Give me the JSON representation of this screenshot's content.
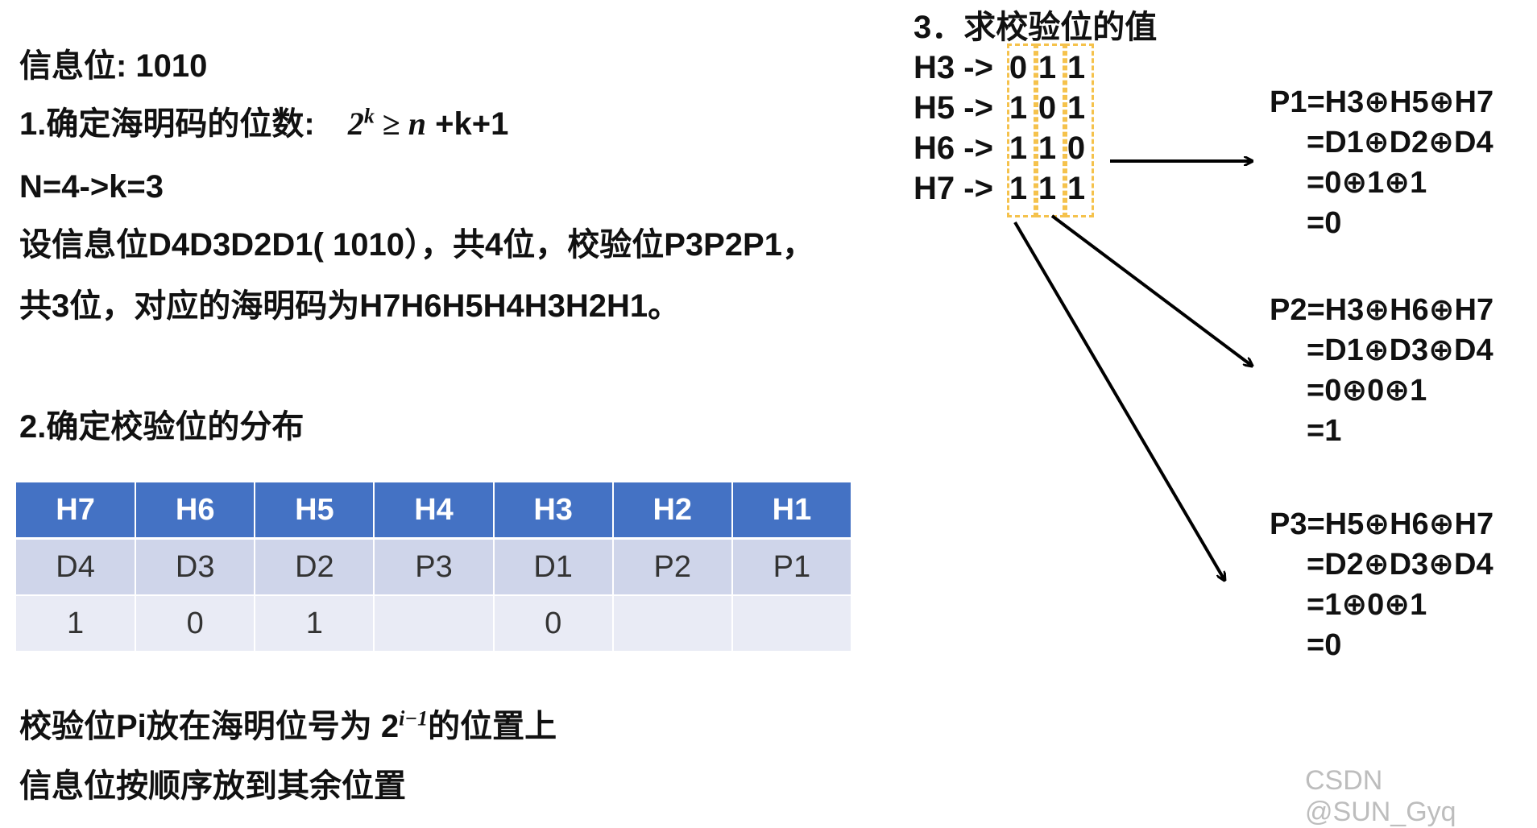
{
  "left": {
    "info_bits": "信息位: 1010",
    "step1_label": "1.确定海明码的位数:",
    "step1_formula": {
      "base": "2",
      "exp": "k",
      "rel": " ≥ ",
      "n": "n",
      "tail": " +k+1"
    },
    "nk_line": "N=4->k=3",
    "desc_line1": "设信息位D4D3D2D1( 1010），共4位，校验位P3P2P1，",
    "desc_line2": "共3位，对应的海明码为H7H6H5H4H3H2H1。",
    "step2_label": "2.确定校验位的分布",
    "table": {
      "headers": [
        "H7",
        "H6",
        "H5",
        "H4",
        "H3",
        "H2",
        "H1"
      ],
      "row1": [
        "D4",
        "D3",
        "D2",
        "P3",
        "D1",
        "P2",
        "P1"
      ],
      "row2": [
        "1",
        "0",
        "1",
        "",
        "0",
        "",
        ""
      ]
    },
    "rule1_prefix": "校验位Pi放在海明位号为 2",
    "rule1_exp": "i−1",
    "rule1_suffix": "的位置上",
    "rule2": "信息位按顺序放到其余位置"
  },
  "right": {
    "step3_label": "3．求校验位的值",
    "rows": [
      {
        "label": "H3 ->",
        "bits": [
          "0",
          "1",
          "1"
        ]
      },
      {
        "label": "H5 ->",
        "bits": [
          "1",
          "0",
          "1"
        ]
      },
      {
        "label": "H6 ->",
        "bits": [
          "1",
          "1",
          "0"
        ]
      },
      {
        "label": "H7 ->",
        "bits": [
          "1",
          "1",
          "1"
        ]
      }
    ],
    "p1": [
      "P1=H3⊕H5⊕H7",
      "=D1⊕D2⊕D4",
      "=0⊕1⊕1",
      "=0"
    ],
    "p2": [
      "P2=H3⊕H6⊕H7",
      "=D1⊕D3⊕D4",
      "=0⊕0⊕1",
      "=1"
    ],
    "p3": [
      "P3=H5⊕H6⊕H7",
      "=D2⊕D3⊕D4",
      "=1⊕0⊕1",
      "=0"
    ]
  },
  "watermark": "CSDN @SUN_Gyq",
  "colors": {
    "header_bg": "#4472c4",
    "row1_bg": "#cfd5ea",
    "row2_bg": "#e9ebf5",
    "dash": "#f5c24c"
  }
}
